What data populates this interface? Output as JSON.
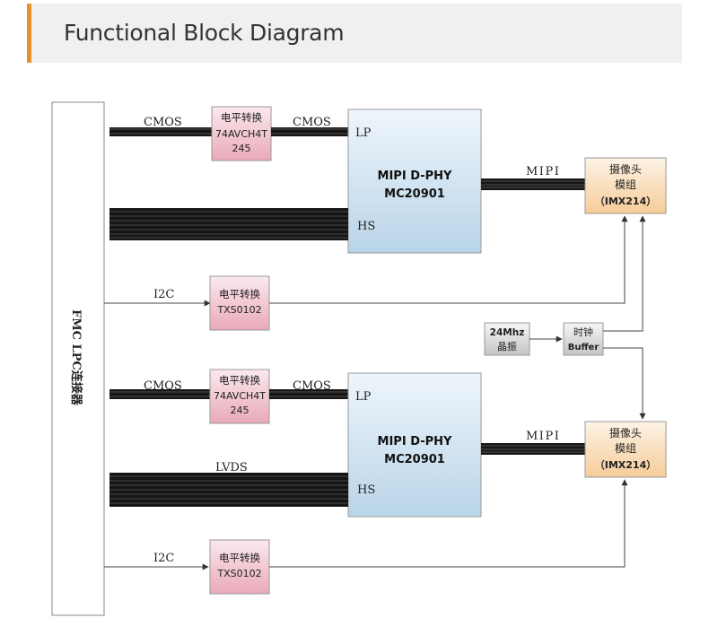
{
  "header": {
    "title": "Functional Block Diagram"
  },
  "diagram": {
    "fmc_connector": {
      "label": "FMC LPC连接器"
    },
    "top": {
      "level_shift_1": {
        "line1": "电平转换",
        "line2": "74AVCH4T",
        "line3": "245"
      },
      "level_shift_2": {
        "line1": "电平转换",
        "line2": "TXS0102"
      },
      "mipi_dphy": {
        "line1": "MIPI D-PHY",
        "line2": "MC20901"
      },
      "camera": {
        "line1": "摄像头",
        "line2": "模组",
        "line3": "（IMX214）"
      },
      "labels": {
        "cmos_left": "CMOS",
        "cmos_right": "CMOS",
        "lp": "LP",
        "hs": "HS",
        "mipi": "MIPI",
        "i2c": "I2C"
      }
    },
    "bottom": {
      "level_shift_1": {
        "line1": "电平转换",
        "line2": "74AVCH4T",
        "line3": "245"
      },
      "level_shift_2": {
        "line1": "电平转换",
        "line2": "TXS0102"
      },
      "mipi_dphy": {
        "line1": "MIPI D-PHY",
        "line2": "MC20901"
      },
      "camera": {
        "line1": "摄像头",
        "line2": "模组",
        "line3": "（IMX214）"
      },
      "labels": {
        "cmos_left": "CMOS",
        "cmos_right": "CMOS",
        "lp": "LP",
        "hs": "HS",
        "mipi": "MIPI",
        "i2c": "I2C",
        "lvds": "LVDS"
      }
    },
    "oscillator": {
      "line1": "24Mhz",
      "line2": "晶振"
    },
    "clock_buffer": {
      "line1": "时钟",
      "line2": "Buffer"
    }
  }
}
